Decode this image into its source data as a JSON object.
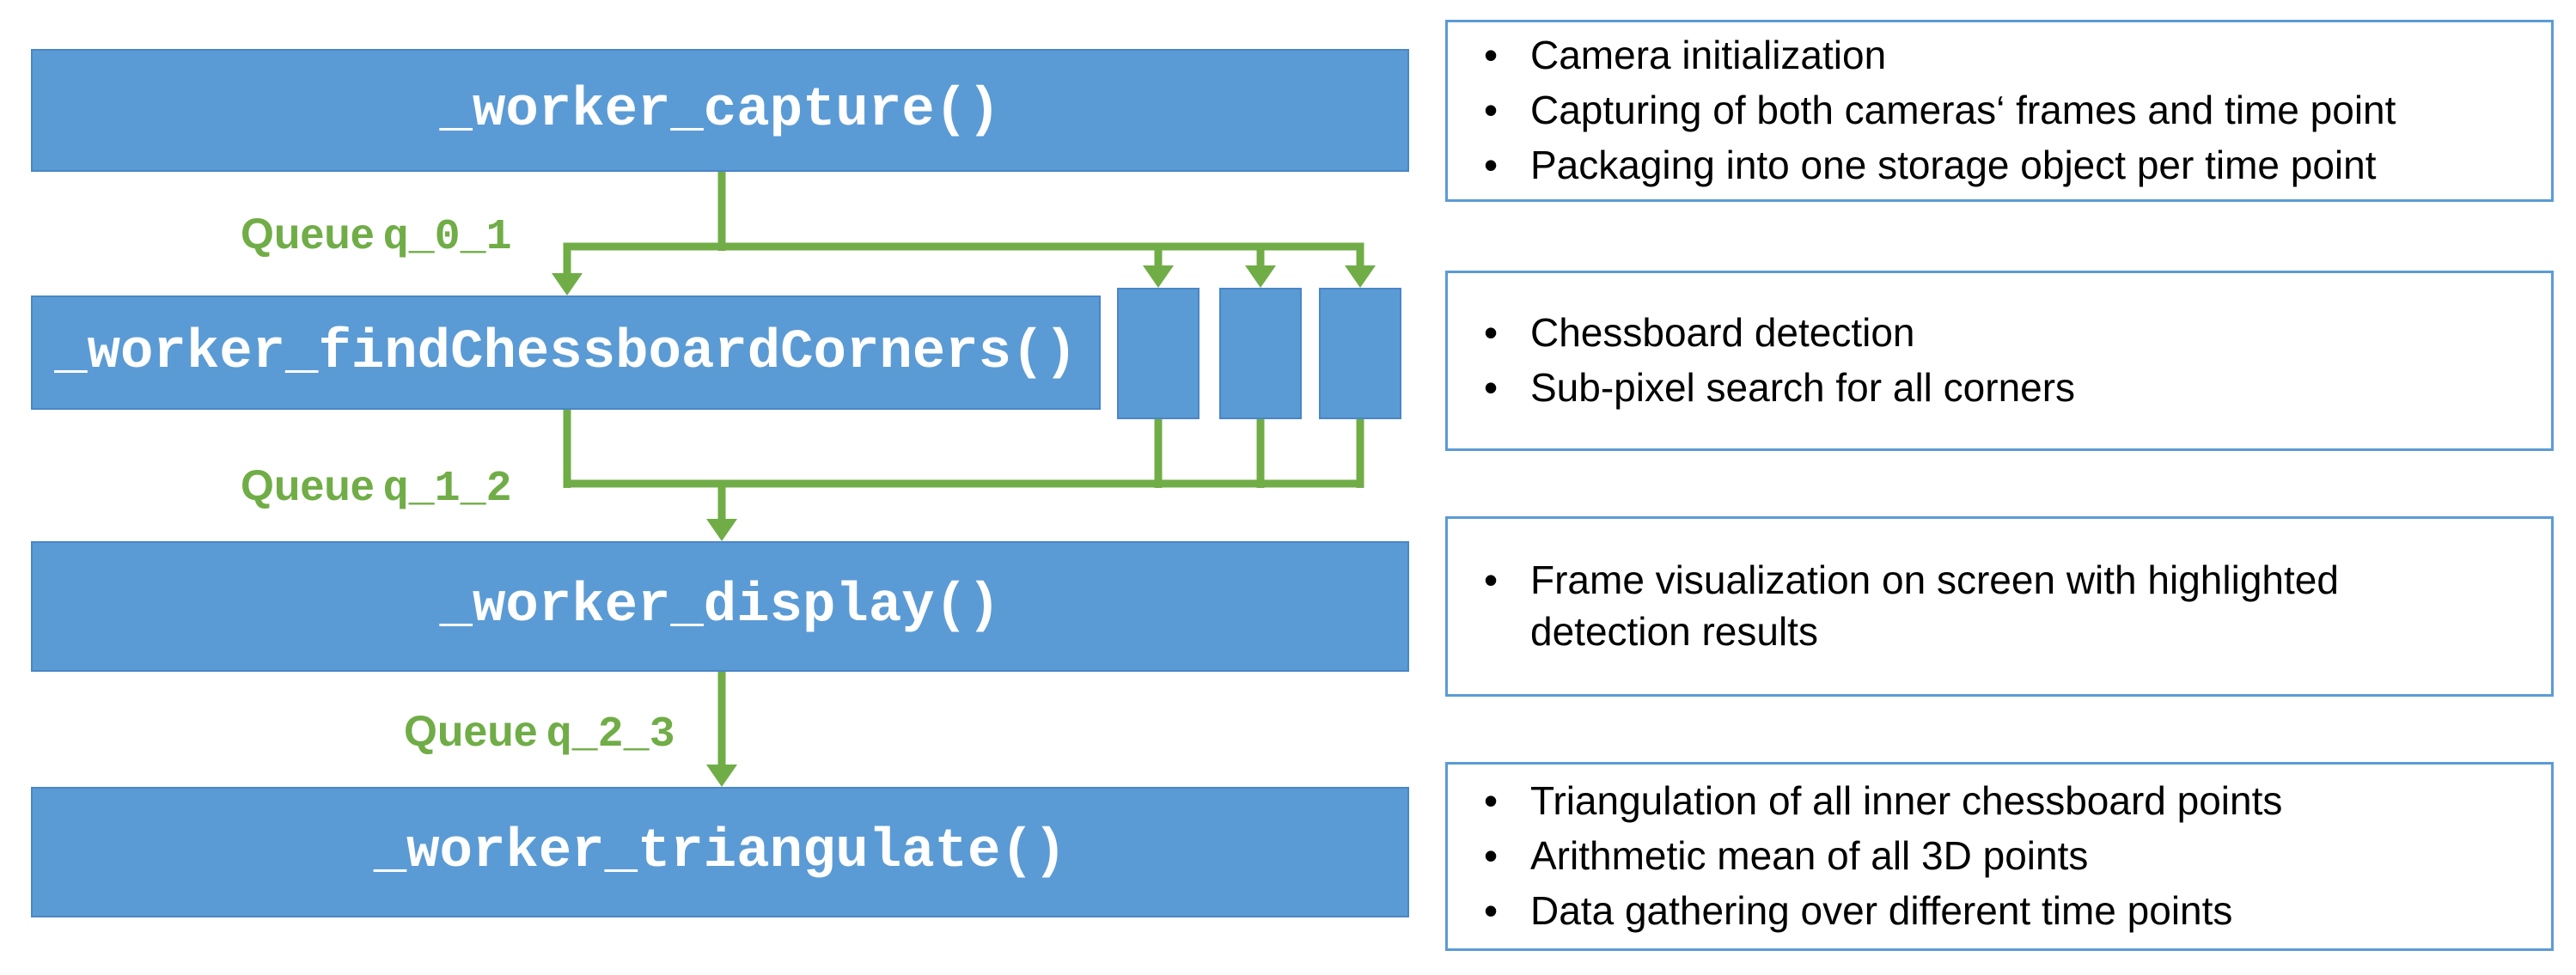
{
  "colors": {
    "box_blue": "#5B9BD5",
    "box_border": "#4A86C6",
    "arrow_green": "#70AD47",
    "annotation_border": "#5B9BD5",
    "text_white": "#FFFFFF",
    "text_black": "#000000"
  },
  "diagram": {
    "workers": [
      {
        "id": "capture",
        "label": "_worker_capture()"
      },
      {
        "id": "findChessboardCorners",
        "label": "_worker_findChessboardCorners()"
      },
      {
        "id": "display",
        "label": "_worker_display()"
      },
      {
        "id": "triangulate",
        "label": "_worker_triangulate()"
      }
    ],
    "queues": [
      {
        "label": "Queue",
        "name": "q_0_1"
      },
      {
        "label": "Queue",
        "name": "q_1_2"
      },
      {
        "label": "Queue",
        "name": "q_2_3"
      }
    ],
    "parallel_worker_count": 3,
    "bullet_glyph": "•"
  },
  "annotations": [
    {
      "items": [
        "Camera initialization",
        "Capturing of both cameras‘ frames and time point",
        "Packaging into one storage object per time point"
      ]
    },
    {
      "items": [
        "Chessboard detection",
        "Sub-pixel search for all corners"
      ]
    },
    {
      "items": [
        "Frame visualization on screen with highlighted detection results"
      ]
    },
    {
      "items": [
        "Triangulation of all inner chessboard points",
        "Arithmetic mean of all 3D points",
        "Data gathering over different time points"
      ]
    }
  ]
}
